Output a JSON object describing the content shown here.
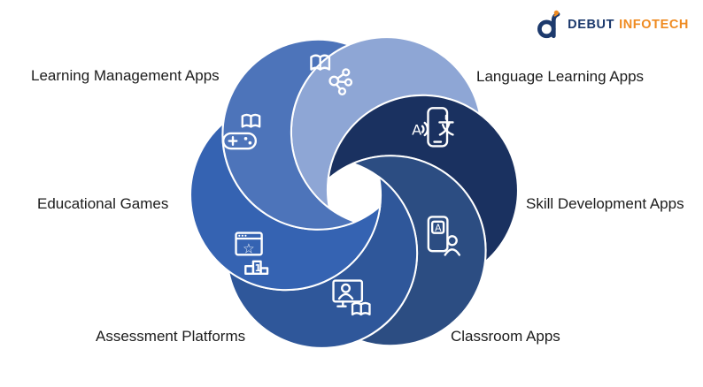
{
  "logo": {
    "brand_primary": "DEBUT",
    "brand_secondary": "INFOTECH",
    "primary_color": "#1d3a6d",
    "accent_color": "#ef8b22"
  },
  "diagram": {
    "type": "pinwheel-swirl",
    "background": "#ffffff",
    "stroke_color": "#ffffff",
    "segments": [
      {
        "label": "Learning Management Apps",
        "color": "#8EA6D5",
        "icon": "book-share-icon",
        "label_position": "top-left"
      },
      {
        "label": "Language Learning Apps",
        "color": "#1A3160",
        "icon": "phone-translate-icon",
        "label_position": "top-right"
      },
      {
        "label": "Skill Development Apps",
        "color": "#2C4D82",
        "icon": "id-card-person-icon",
        "label_position": "right"
      },
      {
        "label": "Classroom Apps",
        "color": "#2F579A",
        "icon": "monitor-person-book-icon",
        "label_position": "bottom-right"
      },
      {
        "label": "Assessment Platforms",
        "color": "#3563B2",
        "icon": "browser-star-podium-icon",
        "label_position": "bottom-left"
      },
      {
        "label": "Educational Games",
        "color": "#4D74BA",
        "icon": "gamepad-book-icon",
        "label_position": "left"
      }
    ],
    "icon_glyphs": {
      "language_letter": "A",
      "skill_letter": "A",
      "assessment_star": "☆",
      "assessment_rank": "1"
    }
  }
}
